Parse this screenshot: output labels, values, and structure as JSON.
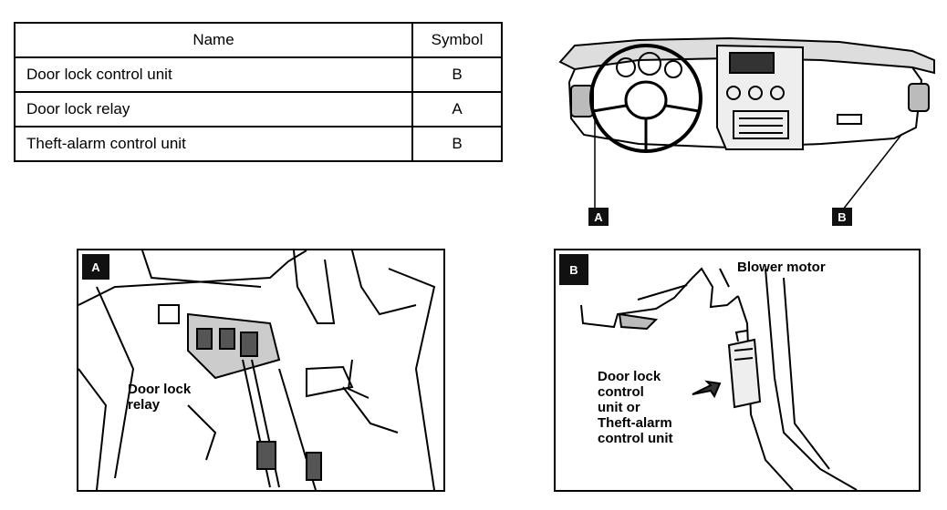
{
  "table": {
    "headers": {
      "name": "Name",
      "symbol": "Symbol"
    },
    "rows": [
      {
        "name": "Door lock control unit",
        "symbol": "B"
      },
      {
        "name": "Door lock relay",
        "symbol": "A"
      },
      {
        "name": "Theft-alarm control unit",
        "symbol": "B"
      }
    ]
  },
  "dashboard": {
    "callout_a": "A",
    "callout_b": "B"
  },
  "panel_a": {
    "tag": "A",
    "label_line1": "Door lock",
    "label_line2": "relay"
  },
  "panel_b": {
    "tag": "B",
    "blower_label": "Blower motor",
    "unit_label_lines": [
      "Door lock",
      "control",
      "unit or",
      "Theft-alarm",
      "control unit"
    ]
  }
}
